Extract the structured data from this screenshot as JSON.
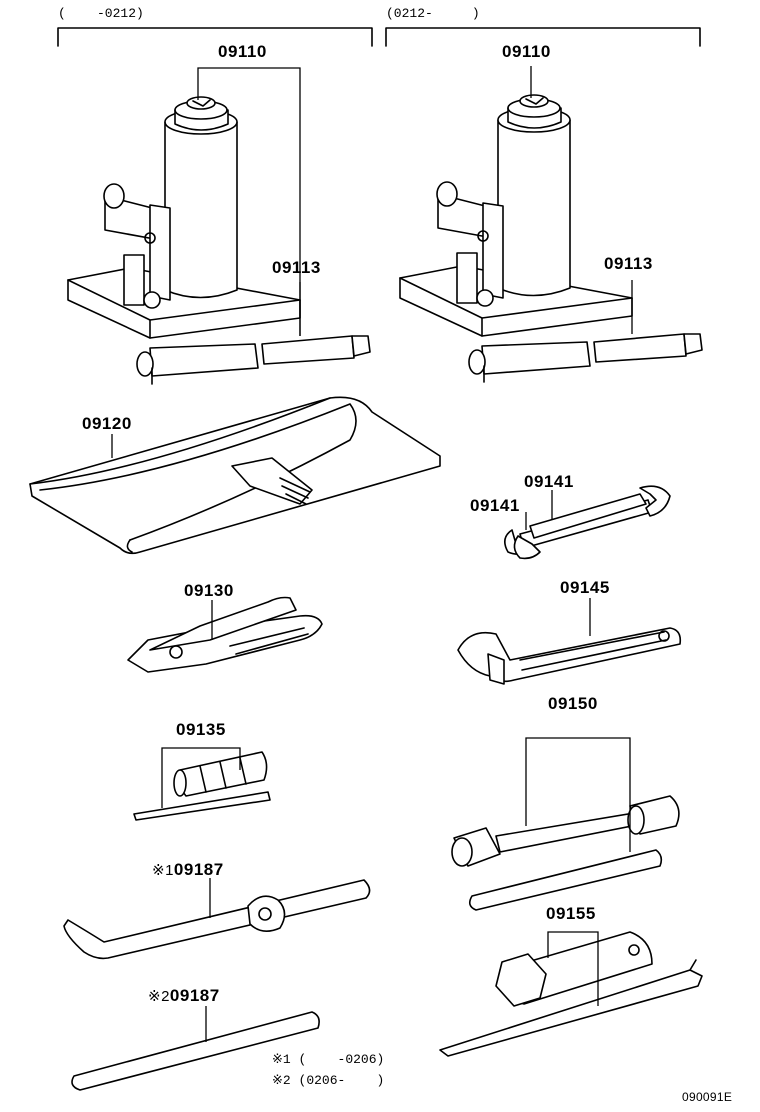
{
  "headers": {
    "left_range": "(    -0212)",
    "right_range": "(0212-     )"
  },
  "parts": {
    "jack_left": "09110",
    "handle_left": "09113",
    "jack_right": "09110",
    "handle_right": "09113",
    "tool_bag": "09120",
    "wrench_a": "09141",
    "wrench_b": "09141",
    "pliers": "09130",
    "adjustable_wrench": "09145",
    "screwdriver": "09135",
    "wheel_nut_wrench": "09150",
    "handle_bar_1": "09187",
    "handle_bar_2": "09187",
    "plug_wrench": "09155"
  },
  "markers": {
    "m1": "※1",
    "m2": "※2"
  },
  "notes": {
    "note1_mark": "※1",
    "note1_text": "(    -0206)",
    "note2_mark": "※2",
    "note2_text": "(0206-    )"
  },
  "drawing_code": "090091E"
}
